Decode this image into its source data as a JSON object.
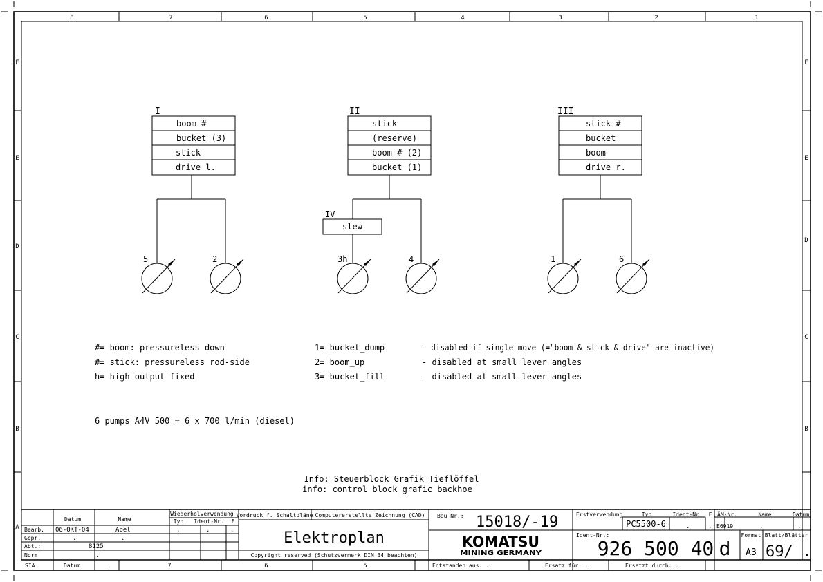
{
  "frame": {
    "columns": [
      "8",
      "7",
      "6",
      "5",
      "4",
      "3",
      "2",
      "1"
    ],
    "rows": [
      "F",
      "E",
      "D",
      "C",
      "B",
      "A"
    ]
  },
  "blocks": [
    {
      "label": "I",
      "items": [
        "boom  #",
        "bucket (3)",
        "stick",
        "drive l."
      ]
    },
    {
      "label": "II",
      "items": [
        "stick",
        "(reserve)",
        "boom  # (2)",
        "bucket  (1)"
      ]
    },
    {
      "label": "III",
      "items": [
        "stick #",
        "bucket",
        "boom",
        "drive r."
      ]
    }
  ],
  "slew_block": {
    "label": "IV",
    "item": "slew"
  },
  "pumps": [
    "5",
    "2",
    "3h",
    "4",
    "1",
    "6"
  ],
  "notes": {
    "left": [
      "#= boom: pressureless down",
      "#= stick: pressureless rod-side",
      "h= high output fixed"
    ],
    "middle": [
      "1= bucket_dump",
      "2= boom_up",
      "3= bucket_fill"
    ],
    "right": [
      "- disabled if single move (=\"boom & stick & drive\" are inactive)",
      "- disabled at small lever angles",
      "- disabled at small lever angles"
    ],
    "pumps_summary": "6 pumps A4V 500 = 6 x 700 l/min (diesel)",
    "info_de": "Info: Steuerblock Grafik Tieflöffel",
    "info_en": "info: control block grafic backhoe"
  },
  "title_block": {
    "col_datum": "Datum",
    "col_name": "Name",
    "wiederhol": "Wiederholverwendung",
    "typ": "Typ",
    "ident_nr": "Ident-Nr.",
    "f": "F",
    "bearb": "Bearb.",
    "bearb_datum": "06-OKT-04",
    "bearb_name": "Abel",
    "gepr": "Gepr.",
    "abt": "Abt.:",
    "abt_value": "8125",
    "norm": "Norm",
    "dot": ".",
    "sia": "SIA",
    "vordruck": "Vordruck f. Schaltpläne",
    "cad": "Computererstellte Zeichnung (CAD)",
    "title": "Elektroplan",
    "copyright": "Copyright reserved (Schutzvermerk DIN 34 beachten)",
    "bau_nr_label": "Bau Nr.:",
    "bau_nr": "15018/-19",
    "logo_main": "KOMATSU",
    "logo_sub": "MINING GERMANY",
    "erstverwendung": "Erstverwendung",
    "typ_value": "PC5500-6",
    "am_nr": "ÄM-Nr.",
    "am_value": "E6919",
    "ident_label": "Ident-Nr.:",
    "ident_value": "926 500 40",
    "revision": "d",
    "format_label": "Format",
    "format": "A3",
    "blatt_label": "Blatt/Blätter",
    "blatt": "69/ .",
    "entstanden": "Entstanden aus:  .",
    "ersatz_fuer": "Ersatz für:  .",
    "ersetzt_durch": "Ersetzt durch:  .",
    "bottom_cols": [
      "7",
      "6",
      "5"
    ]
  }
}
